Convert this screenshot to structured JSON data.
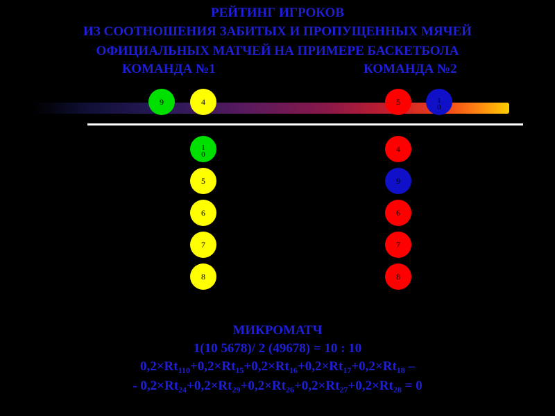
{
  "title": {
    "line1": "РЕЙТИНГ ИГРОКОВ",
    "line2": "ИЗ СООТНОШЕНИЯ ЗАБИТЫХ И ПРОПУЩЕННЫХ МЯЧЕЙ",
    "line3": "ОФИЦИАЛЬНЫХ МАТЧЕЙ НА ПРИМЕРЕ БАСКЕТБОЛА"
  },
  "teams": {
    "team1": "КОМАНДА №1",
    "team2": "КОМАНДА №2"
  },
  "court": {
    "team1_on_court": [
      {
        "label": "9",
        "color": "#00e000"
      },
      {
        "label": "4",
        "color": "#ffff00"
      }
    ],
    "team2_on_court": [
      {
        "label": "5",
        "color": "#ff0000"
      },
      {
        "label": "1\n0",
        "color": "#1010c8"
      }
    ]
  },
  "bench": {
    "team1": [
      {
        "label": "1\n0",
        "color": "#00e000"
      },
      {
        "label": "5",
        "color": "#ffff00"
      },
      {
        "label": "6",
        "color": "#ffff00"
      },
      {
        "label": "7",
        "color": "#ffff00"
      },
      {
        "label": "8",
        "color": "#ffff00"
      }
    ],
    "team2": [
      {
        "label": "4",
        "color": "#ff0000"
      },
      {
        "label": "9",
        "color": "#1010c8"
      },
      {
        "label": "6",
        "color": "#ff0000"
      },
      {
        "label": "7",
        "color": "#ff0000"
      },
      {
        "label": "8",
        "color": "#ff0000"
      }
    ]
  },
  "micromatch": {
    "heading": "МИКРОМАТЧ",
    "score": "1(10 5678)/ 2 (49678)  =  10  : 10",
    "formula1": {
      "prefix": "",
      "terms": [
        {
          "coef": "0,2×Rt",
          "sub": "110",
          "sep": "+"
        },
        {
          "coef": "0,2×Rt",
          "sub": "15",
          "sep": "+"
        },
        {
          "coef": "0,2×Rt",
          "sub": "16",
          "sep": "+"
        },
        {
          "coef": "0,2×Rt",
          "sub": "17",
          "sep": "+"
        },
        {
          "coef": "0,2×Rt",
          "sub": "18",
          "sep": " –"
        }
      ]
    },
    "formula2": {
      "prefix": "-  ",
      "terms": [
        {
          "coef": "0,2×Rt",
          "sub": "24",
          "sep": "+"
        },
        {
          "coef": "0,2×Rt",
          "sub": "29",
          "sep": "+"
        },
        {
          "coef": "0,2×Rt",
          "sub": "26",
          "sep": "+"
        },
        {
          "coef": "0,2×Rt",
          "sub": "27",
          "sep": "+"
        },
        {
          "coef": "0,2×Rt",
          "sub": "28",
          "sep": " = 0"
        }
      ]
    }
  }
}
